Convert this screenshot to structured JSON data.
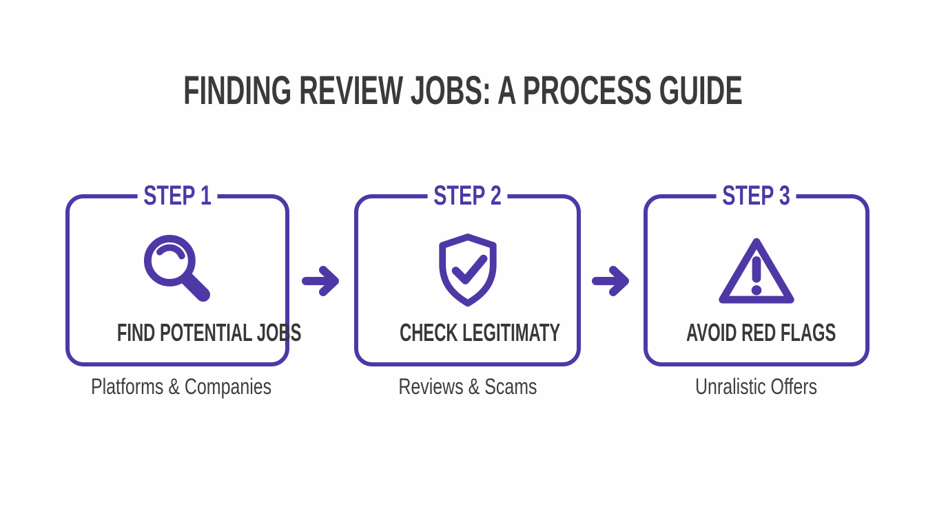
{
  "title": "FINDING REVIEW JOBS: A PROCESS GUIDE",
  "colors": {
    "accent": "#4e38a6",
    "ink": "#3a3a3c",
    "background": "#fefefe"
  },
  "steps": [
    {
      "label": "STEP 1",
      "icon": "magnifier-icon",
      "heading": "FIND POTENTIAL JOBS",
      "caption": "Platforms & Companies"
    },
    {
      "label": "STEP 2",
      "icon": "shield-check-icon",
      "heading": "CHECK LEGITIMATY",
      "caption": "Reviews & Scams"
    },
    {
      "label": "STEP 3",
      "icon": "warning-triangle-icon",
      "heading": "AVOID RED FLAGS",
      "caption": "Unralistic Offers"
    }
  ],
  "arrows": [
    {
      "icon": "arrow-right-icon"
    },
    {
      "icon": "arrow-right-icon"
    }
  ]
}
